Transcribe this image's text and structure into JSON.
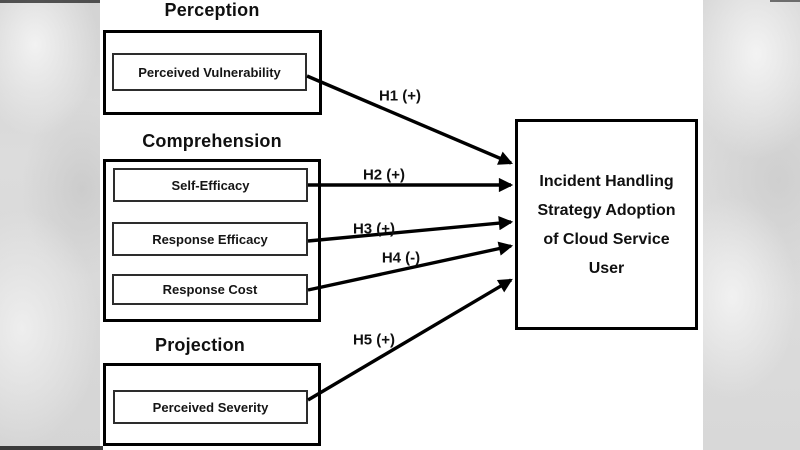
{
  "colors": {
    "ink": "#000000",
    "panel": "#ffffff",
    "backdrop": "#d8d8d8"
  },
  "diagram": {
    "groups": [
      {
        "title": "Perception",
        "items": [
          {
            "label": "Perceived Vulnerability"
          }
        ]
      },
      {
        "title": "Comprehension",
        "items": [
          {
            "label": "Self-Efficacy"
          },
          {
            "label": "Response Efficacy"
          },
          {
            "label": "Response Cost"
          }
        ]
      },
      {
        "title": "Projection",
        "items": [
          {
            "label": "Perceived Severity"
          }
        ]
      }
    ],
    "outcome": {
      "label": "Incident Handling Strategy Adoption of Cloud Service User"
    },
    "hypotheses": [
      {
        "label": "H1 (+)"
      },
      {
        "label": "H2 (+)"
      },
      {
        "label": "H3 (+)"
      },
      {
        "label": "H4 (-)"
      },
      {
        "label": "H5 (+)"
      }
    ]
  }
}
